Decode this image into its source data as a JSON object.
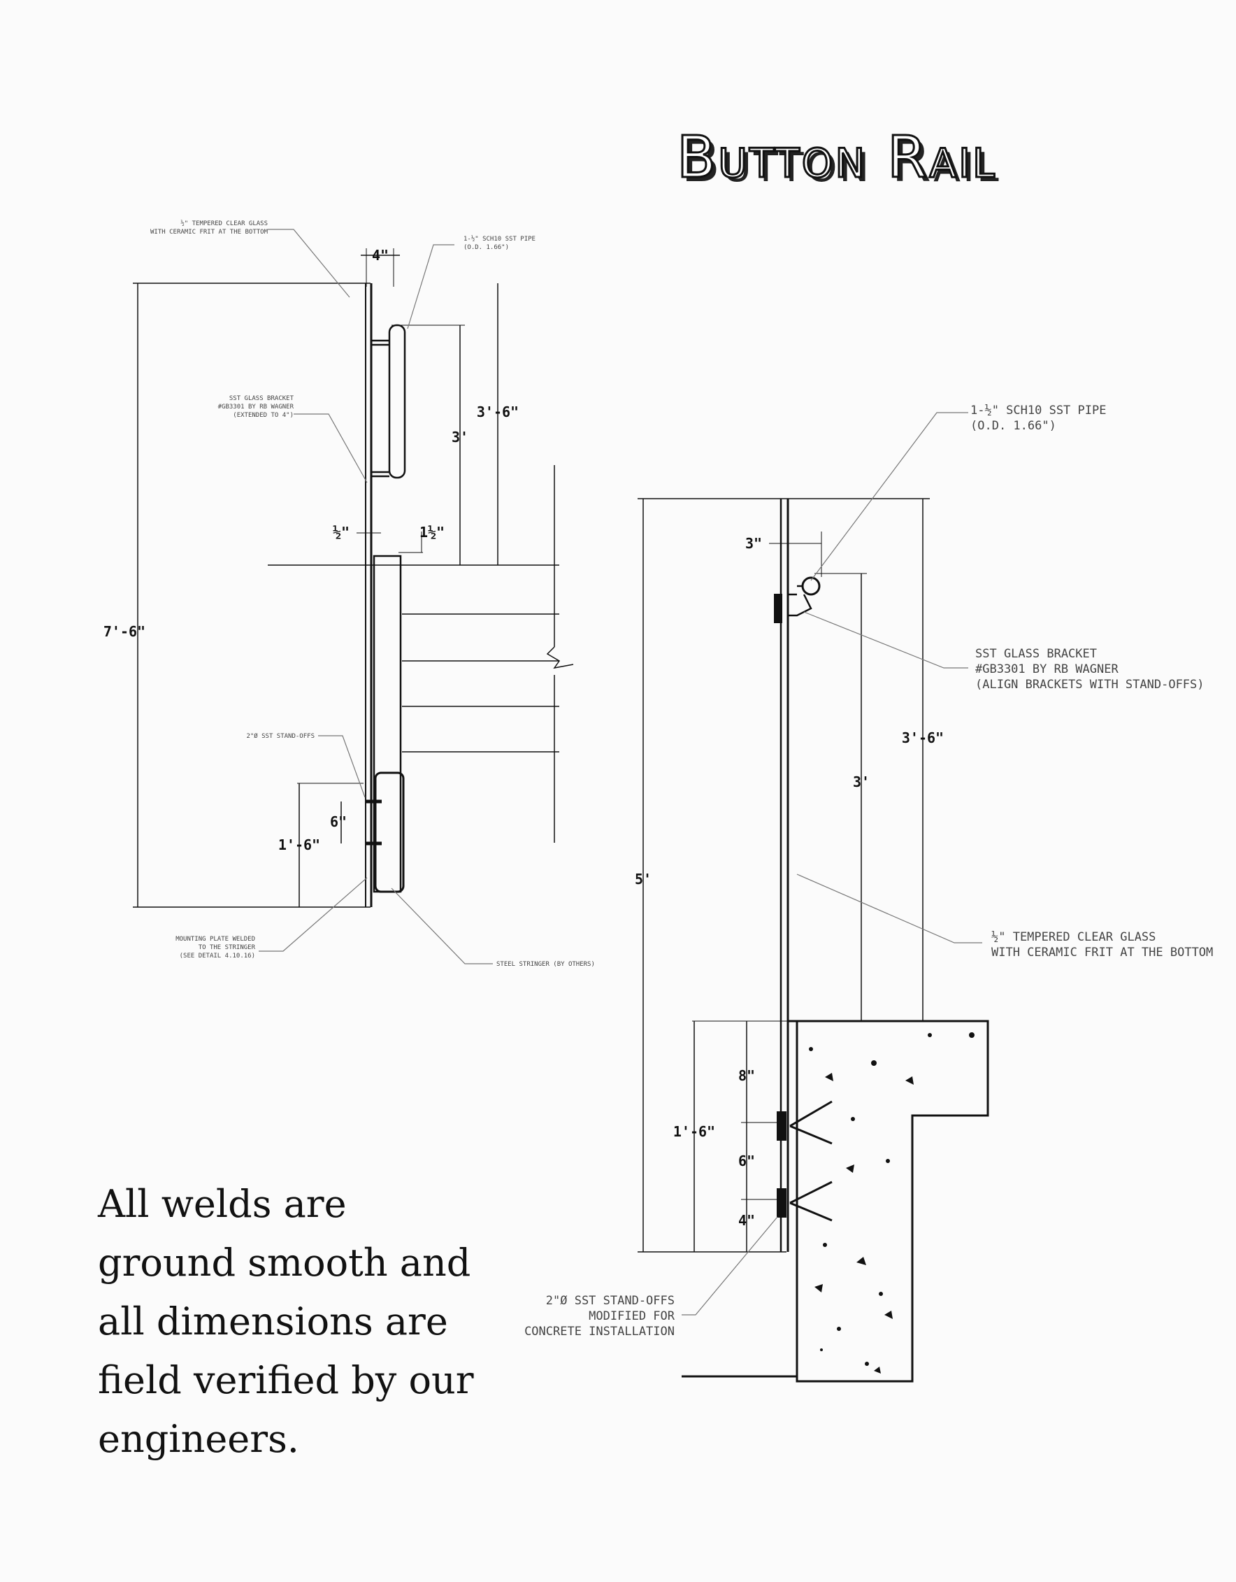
{
  "title": "Button Rail",
  "note": "All welds are ground smooth and all dimensions are field verified by our engineers.",
  "detail_left": {
    "labels": {
      "glass": [
        "½\" TEMPERED CLEAR GLASS",
        "WITH CERAMIC FRIT AT THE BOTTOM"
      ],
      "pipe": [
        "1-½\" SCH10 SST PIPE",
        "(O.D. 1.66\")"
      ],
      "bracket": [
        "SST GLASS BRACKET",
        "#GB3301 BY RB WAGNER",
        "(EXTENDED TO 4\")"
      ],
      "standoffs": [
        "2\"Ø SST STAND-OFFS"
      ],
      "plate": [
        "MOUNTING PLATE WELDED",
        "TO THE STRINGER",
        "(SEE DETAIL 4.10.16)"
      ],
      "stringer": [
        "STEEL STRINGER (BY OTHERS)"
      ]
    },
    "dims": {
      "top_width": "4\"",
      "overall": "7'-6\"",
      "rail_height": "3'-6\"",
      "rail_inner": "3'",
      "glass_offset": "½\"",
      "stringer_offset": "1½\"",
      "spacing": "6\"",
      "base": "1'-6\""
    }
  },
  "detail_right": {
    "labels": {
      "pipe": [
        "1-½\" SCH10 SST PIPE",
        "(O.D. 1.66\")"
      ],
      "bracket": [
        "SST GLASS BRACKET",
        "#GB3301 BY RB WAGNER",
        "(ALIGN BRACKETS WITH STAND-OFFS)"
      ],
      "glass": [
        "½\" TEMPERED CLEAR GLASS",
        "WITH CERAMIC FRIT AT THE BOTTOM"
      ],
      "standoffs": [
        "2\"Ø SST STAND-OFFS",
        "MODIFIED FOR",
        "CONCRETE INSTALLATION"
      ]
    },
    "dims": {
      "top_gap": "3\"",
      "rail_height": "3'-6\"",
      "rail_inner": "3'",
      "overall": "5'",
      "seg_top": "8\"",
      "seg_mid": "6\"",
      "seg_bot": "4\"",
      "base": "1'-6\""
    }
  }
}
